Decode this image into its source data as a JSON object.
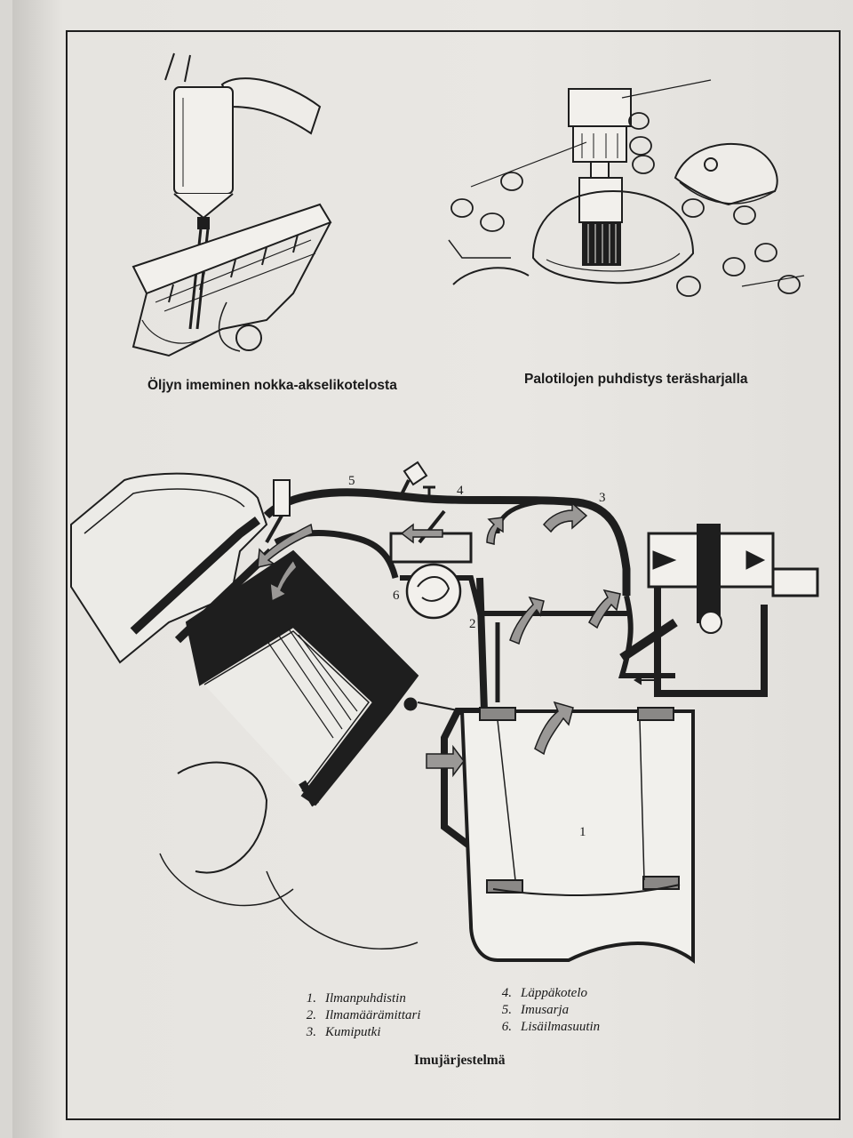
{
  "figures": {
    "top_left_caption": "Öljyn imeminen nokka-akselikotelosta",
    "top_right_caption": "Palotilojen puhdistys teräsharjalla"
  },
  "diagram": {
    "title": "Imujärjestelmä",
    "part_numbers": [
      "1",
      "2",
      "3",
      "4",
      "5",
      "6"
    ],
    "legend": [
      {
        "num": "1.",
        "label": "Ilmanpuhdistin"
      },
      {
        "num": "2.",
        "label": "Ilmamäärämittari"
      },
      {
        "num": "3.",
        "label": "Kumiputki"
      },
      {
        "num": "4.",
        "label": "Läppäkotelo"
      },
      {
        "num": "5.",
        "label": "Imusarja"
      },
      {
        "num": "6.",
        "label": "Lisäilmasuutin"
      }
    ]
  },
  "colors": {
    "ink": "#1e1e1e",
    "paper": "#e8e6e2",
    "shade": "#8a8886"
  }
}
